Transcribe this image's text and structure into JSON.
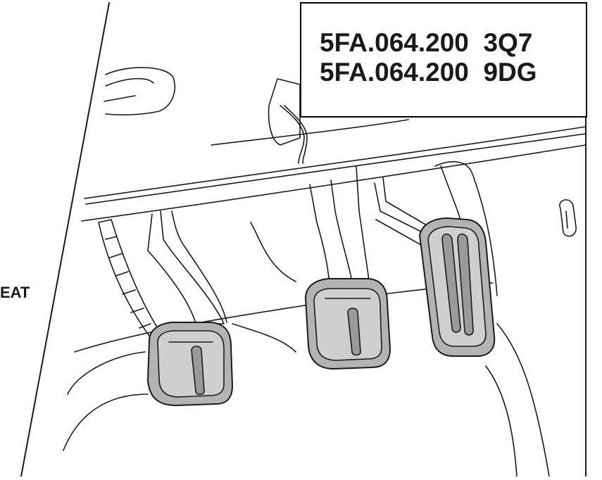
{
  "part_numbers": [
    {
      "number": "5FA.064.200",
      "suffix": "3Q7"
    },
    {
      "number": "5FA.064.200",
      "suffix": "9DG"
    }
  ],
  "seat_label": "EAT",
  "colors": {
    "line": "#1a1a1a",
    "pedal_fill": "#b3b3b3",
    "pedal_inner": "#9a9a9a",
    "background": "#ffffff"
  }
}
